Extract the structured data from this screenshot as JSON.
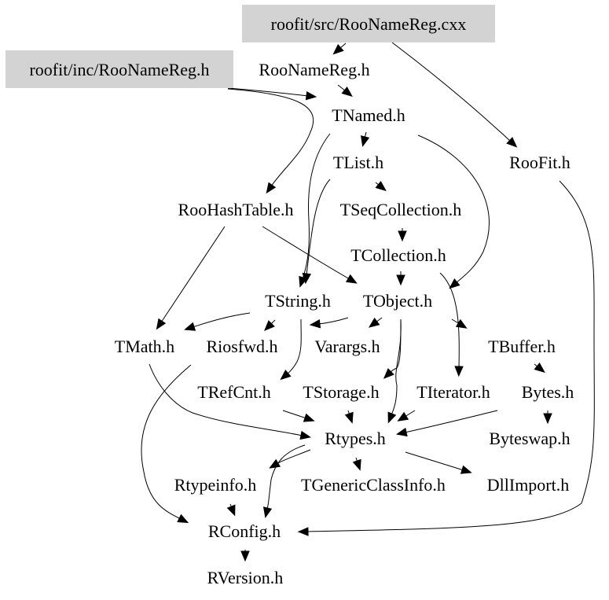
{
  "diagram": {
    "type": "include-dependency-graph",
    "highlight_color": "#d3d3d3",
    "nodes": [
      {
        "id": "src_roonamereg_cxx",
        "label": "roofit/src/RooNameReg.cxx",
        "highlighted": true
      },
      {
        "id": "inc_roonamereg_h",
        "label": "roofit/inc/RooNameReg.h",
        "highlighted": true
      },
      {
        "id": "roonamereg_h",
        "label": "RooNameReg.h",
        "highlighted": false
      },
      {
        "id": "tnamed_h",
        "label": "TNamed.h",
        "highlighted": false
      },
      {
        "id": "tlist_h",
        "label": "TList.h",
        "highlighted": false
      },
      {
        "id": "roofit_h",
        "label": "RooFit.h",
        "highlighted": false
      },
      {
        "id": "roohashtable_h",
        "label": "RooHashTable.h",
        "highlighted": false
      },
      {
        "id": "tseqcollection_h",
        "label": "TSeqCollection.h",
        "highlighted": false
      },
      {
        "id": "tcollection_h",
        "label": "TCollection.h",
        "highlighted": false
      },
      {
        "id": "tstring_h",
        "label": "TString.h",
        "highlighted": false
      },
      {
        "id": "tobject_h",
        "label": "TObject.h",
        "highlighted": false
      },
      {
        "id": "tmath_h",
        "label": "TMath.h",
        "highlighted": false
      },
      {
        "id": "riosfwd_h",
        "label": "Riosfwd.h",
        "highlighted": false
      },
      {
        "id": "varargs_h",
        "label": "Varargs.h",
        "highlighted": false
      },
      {
        "id": "tbuffer_h",
        "label": "TBuffer.h",
        "highlighted": false
      },
      {
        "id": "trefcnt_h",
        "label": "TRefCnt.h",
        "highlighted": false
      },
      {
        "id": "tstorage_h",
        "label": "TStorage.h",
        "highlighted": false
      },
      {
        "id": "titerator_h",
        "label": "TIterator.h",
        "highlighted": false
      },
      {
        "id": "bytes_h",
        "label": "Bytes.h",
        "highlighted": false
      },
      {
        "id": "rtypes_h",
        "label": "Rtypes.h",
        "highlighted": false
      },
      {
        "id": "byteswap_h",
        "label": "Byteswap.h",
        "highlighted": false
      },
      {
        "id": "rtypeinfo_h",
        "label": "Rtypeinfo.h",
        "highlighted": false
      },
      {
        "id": "tgenericclassinfo_h",
        "label": "TGenericClassInfo.h",
        "highlighted": false
      },
      {
        "id": "dllimport_h",
        "label": "DllImport.h",
        "highlighted": false
      },
      {
        "id": "rconfig_h",
        "label": "RConfig.h",
        "highlighted": false
      },
      {
        "id": "rversion_h",
        "label": "RVersion.h",
        "highlighted": false
      }
    ],
    "edges": [
      {
        "from": "src_roonamereg_cxx",
        "to": "roonamereg_h"
      },
      {
        "from": "src_roonamereg_cxx",
        "to": "roofit_h"
      },
      {
        "from": "inc_roonamereg_h",
        "to": "tnamed_h"
      },
      {
        "from": "inc_roonamereg_h",
        "to": "roohashtable_h"
      },
      {
        "from": "roonamereg_h",
        "to": "tnamed_h"
      },
      {
        "from": "tnamed_h",
        "to": "tlist_h"
      },
      {
        "from": "tnamed_h",
        "to": "tstring_h"
      },
      {
        "from": "tnamed_h",
        "to": "tbuffer_h"
      },
      {
        "from": "tlist_h",
        "to": "tseqcollection_h"
      },
      {
        "from": "tlist_h",
        "to": "tstring_h"
      },
      {
        "from": "tseqcollection_h",
        "to": "tcollection_h"
      },
      {
        "from": "tcollection_h",
        "to": "tobject_h"
      },
      {
        "from": "tcollection_h",
        "to": "titerator_h"
      },
      {
        "from": "roohashtable_h",
        "to": "tobject_h"
      },
      {
        "from": "roohashtable_h",
        "to": "tmath_h"
      },
      {
        "from": "tstring_h",
        "to": "tmath_h"
      },
      {
        "from": "tstring_h",
        "to": "riosfwd_h"
      },
      {
        "from": "tstring_h",
        "to": "trefcnt_h"
      },
      {
        "from": "tobject_h",
        "to": "riosfwd_h"
      },
      {
        "from": "tobject_h",
        "to": "varargs_h"
      },
      {
        "from": "tobject_h",
        "to": "tstorage_h"
      },
      {
        "from": "tobject_h",
        "to": "rtypes_h"
      },
      {
        "from": "tobject_h",
        "to": "tbuffer_h"
      },
      {
        "from": "tbuffer_h",
        "to": "bytes_h"
      },
      {
        "from": "trefcnt_h",
        "to": "rtypes_h"
      },
      {
        "from": "tstorage_h",
        "to": "rtypes_h"
      },
      {
        "from": "titerator_h",
        "to": "rtypes_h"
      },
      {
        "from": "bytes_h",
        "to": "rtypes_h"
      },
      {
        "from": "bytes_h",
        "to": "byteswap_h"
      },
      {
        "from": "tmath_h",
        "to": "rtypes_h"
      },
      {
        "from": "riosfwd_h",
        "to": "rconfig_h"
      },
      {
        "from": "rtypes_h",
        "to": "rtypeinfo_h"
      },
      {
        "from": "rtypes_h",
        "to": "tgenericclassinfo_h"
      },
      {
        "from": "rtypes_h",
        "to": "dllimport_h"
      },
      {
        "from": "rtypes_h",
        "to": "rconfig_h"
      },
      {
        "from": "rtypeinfo_h",
        "to": "rconfig_h"
      },
      {
        "from": "roofit_h",
        "to": "rconfig_h"
      },
      {
        "from": "rconfig_h",
        "to": "rversion_h"
      }
    ]
  }
}
